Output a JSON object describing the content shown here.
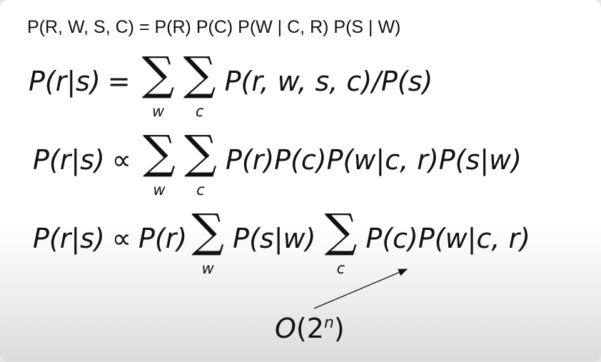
{
  "slide": {
    "factorization": "P(R, W, S, C) = P(R) P(C) P(W | C, R) P(S | W)",
    "eq1": {
      "lhs": "P(r|s)",
      "op": "=",
      "sum1_index": "w",
      "sum2_index": "c",
      "rhs": "P(r, w, s, c)/P(s)"
    },
    "eq2": {
      "lhs": "P(r|s)",
      "op": "∝",
      "sum1_index": "w",
      "sum2_index": "c",
      "rhs": "P(r)P(c)P(w|c, r)P(s|w)"
    },
    "eq3": {
      "lhs": "P(r|s)",
      "op": "∝",
      "pre": "P(r)",
      "sum1_index": "w",
      "mid": "P(s|w)",
      "sum2_index": "c",
      "rhs": "P(c)P(w|c, r)"
    },
    "complexity": {
      "letter": "O",
      "open": "(",
      "base": "2",
      "exponent": "n",
      "close": ")"
    }
  }
}
